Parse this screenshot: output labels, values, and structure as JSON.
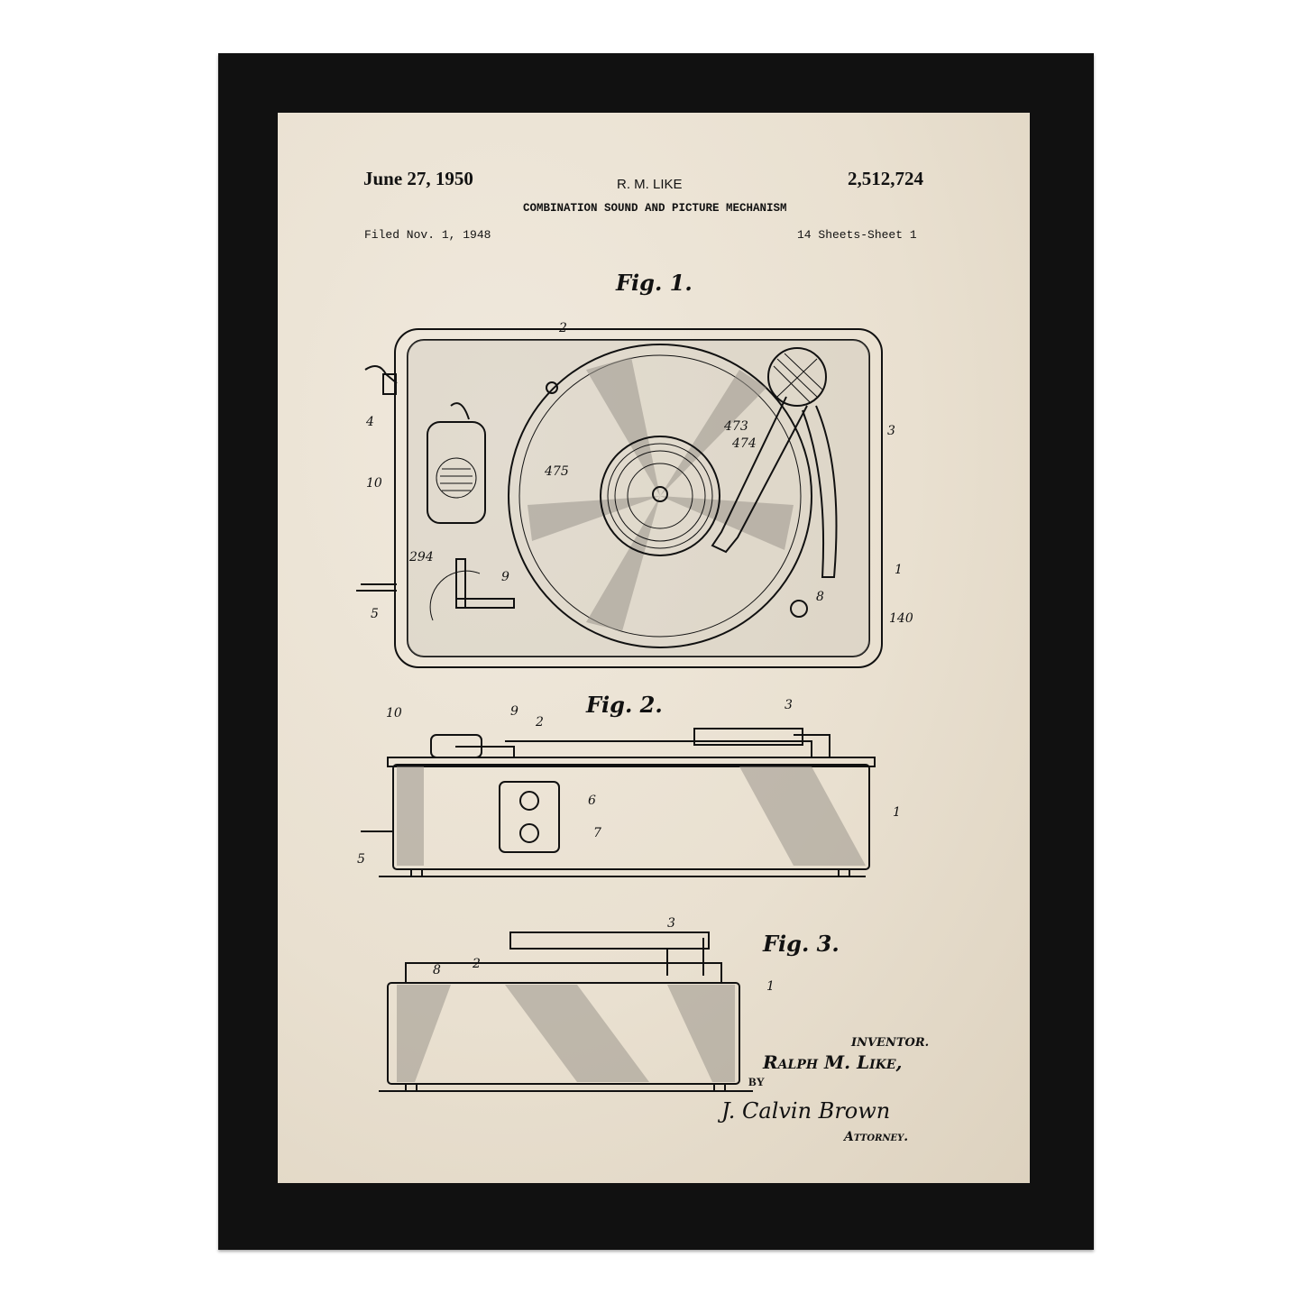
{
  "patent": {
    "date": "June 27, 1950",
    "inventor_short": "R. M. LIKE",
    "number": "2,512,724",
    "title": "COMBINATION SOUND AND PICTURE MECHANISM",
    "filed": "Filed Nov. 1, 1948",
    "sheets": "14 Sheets-Sheet 1"
  },
  "figures": {
    "fig1": {
      "title": "Fig. 1.",
      "labels": [
        "2",
        "4",
        "10",
        "294",
        "9",
        "5",
        "473",
        "474",
        "475",
        "3",
        "1",
        "8",
        "140"
      ]
    },
    "fig2": {
      "title": "Fig. 2.",
      "labels": [
        "10",
        "9",
        "2",
        "3",
        "6",
        "7",
        "1",
        "5"
      ]
    },
    "fig3": {
      "title": "Fig. 3.",
      "labels": [
        "8",
        "2",
        "3",
        "1"
      ]
    }
  },
  "signature": {
    "inventor_label": "INVENTOR.",
    "inventor_name": "Ralph M. Like,",
    "by": "BY",
    "attorney_signature": "J. Calvin Brown",
    "attorney_label": "Attorney."
  },
  "colors": {
    "frame": "#111111",
    "paper": "#ebe3d4",
    "ink": "#111111"
  }
}
